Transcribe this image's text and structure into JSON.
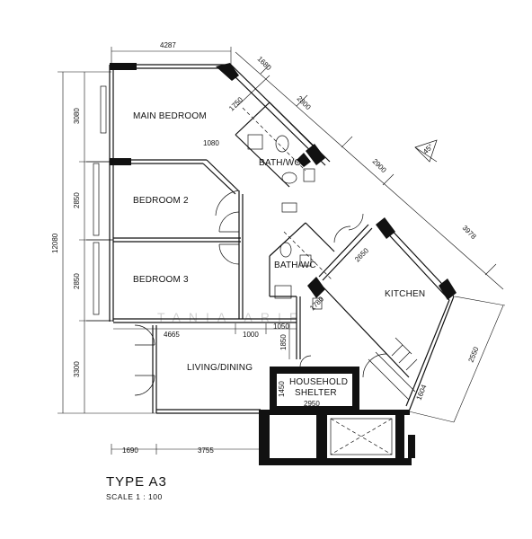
{
  "plan": {
    "title": "TYPE A3",
    "scale": "SCALE 1 : 100",
    "watermark": "TANIA  ARIF",
    "compass_label": "45°",
    "rooms": {
      "main_bedroom": "MAIN BEDROOM",
      "bedroom_2": "BEDROOM 2",
      "bedroom_3": "BEDROOM 3",
      "bath_wc_1": "BATH/WC",
      "bath_wc_2": "BATH/WC",
      "kitchen": "KITCHEN",
      "living_dining": "LIVING/DINING",
      "household_shelter_line1": "HOUSEHOLD",
      "household_shelter_line2": "SHELTER"
    },
    "dimensions": {
      "top_width": "4287",
      "diag_1680": "1680",
      "diag_1750": "1750",
      "diag_2800": "2800",
      "diag_1080": "1080",
      "diag_2900": "2900",
      "diag_3978": "3978",
      "diag_2650": "2650",
      "diag_1780": "1780",
      "diag_2550": "2550",
      "diag_1604": "1604",
      "left_total": "12080",
      "left_3080": "3080",
      "left_2850_a": "2850",
      "left_2850_b": "2850",
      "left_3300": "3300",
      "mid_4665": "4665",
      "mid_1000": "1000",
      "mid_1050": "1050",
      "mid_1850": "1850",
      "shelter_1450": "1450",
      "shelter_2950": "2950",
      "bottom_1690": "1690",
      "bottom_3755": "3755"
    }
  }
}
